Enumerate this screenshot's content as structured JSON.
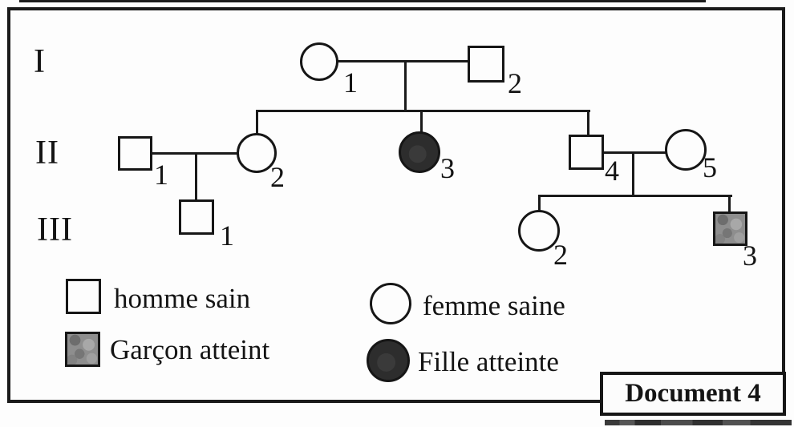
{
  "document": {
    "label": "Document 4"
  },
  "generation_labels": [
    "I",
    "II",
    "III"
  ],
  "individuals": [
    {
      "id": "I-1",
      "generation": "I",
      "number": "1",
      "sex": "female",
      "status": "saine"
    },
    {
      "id": "I-2",
      "generation": "I",
      "number": "2",
      "sex": "male",
      "status": "sain"
    },
    {
      "id": "II-1",
      "generation": "II",
      "number": "1",
      "sex": "male",
      "status": "sain"
    },
    {
      "id": "II-2",
      "generation": "II",
      "number": "2",
      "sex": "female",
      "status": "saine"
    },
    {
      "id": "II-3",
      "generation": "II",
      "number": "3",
      "sex": "female",
      "status": "atteinte"
    },
    {
      "id": "II-4",
      "generation": "II",
      "number": "4",
      "sex": "male",
      "status": "sain"
    },
    {
      "id": "II-5",
      "generation": "II",
      "number": "5",
      "sex": "female",
      "status": "saine"
    },
    {
      "id": "III-1",
      "generation": "III",
      "number": "1",
      "sex": "male",
      "status": "sain"
    },
    {
      "id": "III-2",
      "generation": "III",
      "number": "2",
      "sex": "female",
      "status": "saine"
    },
    {
      "id": "III-3",
      "generation": "III",
      "number": "3",
      "sex": "male",
      "status": "atteint"
    }
  ],
  "legend": [
    {
      "id": "homme-sain",
      "symbol": "white-square",
      "label": "homme sain"
    },
    {
      "id": "garcon-atteint",
      "symbol": "gray-square",
      "label": "Garçon atteint"
    },
    {
      "id": "femme-saine",
      "symbol": "white-circle",
      "label": "femme saine"
    },
    {
      "id": "fille-atteinte",
      "symbol": "dark-circle",
      "label": "Fille atteinte"
    }
  ],
  "colors": {
    "line": "#1a1a1a",
    "healthy_fill": "#fdfdfd",
    "affected_female_fill": "#2d2d2d",
    "affected_male_fill": "#8e8e8e",
    "background": "#fdfdfd"
  }
}
